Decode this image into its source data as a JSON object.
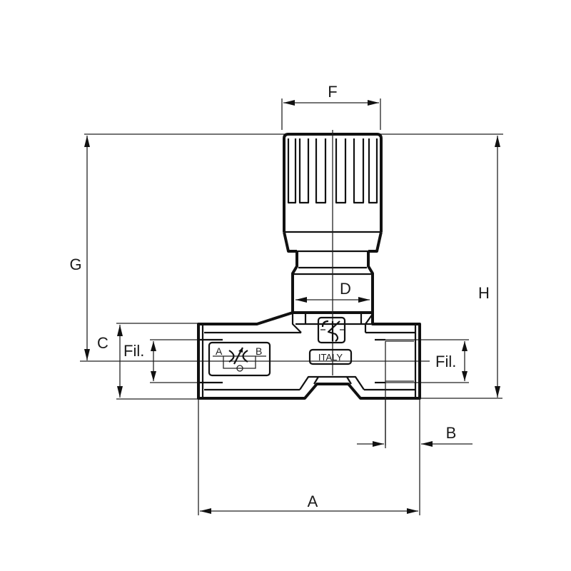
{
  "drawing": {
    "title": "Flow control valve dimensional drawing",
    "dimension_labels": {
      "A": "A",
      "B": "B",
      "C": "C",
      "D": "D",
      "F": "F",
      "G": "G",
      "H": "H",
      "fil_left": "Fil.",
      "fil_right": "Fil."
    },
    "symbol": {
      "port_a": "A",
      "port_b": "B"
    },
    "marking": {
      "origin": "ITALY"
    },
    "colors": {
      "line": "#111111",
      "background": "#ffffff"
    }
  }
}
